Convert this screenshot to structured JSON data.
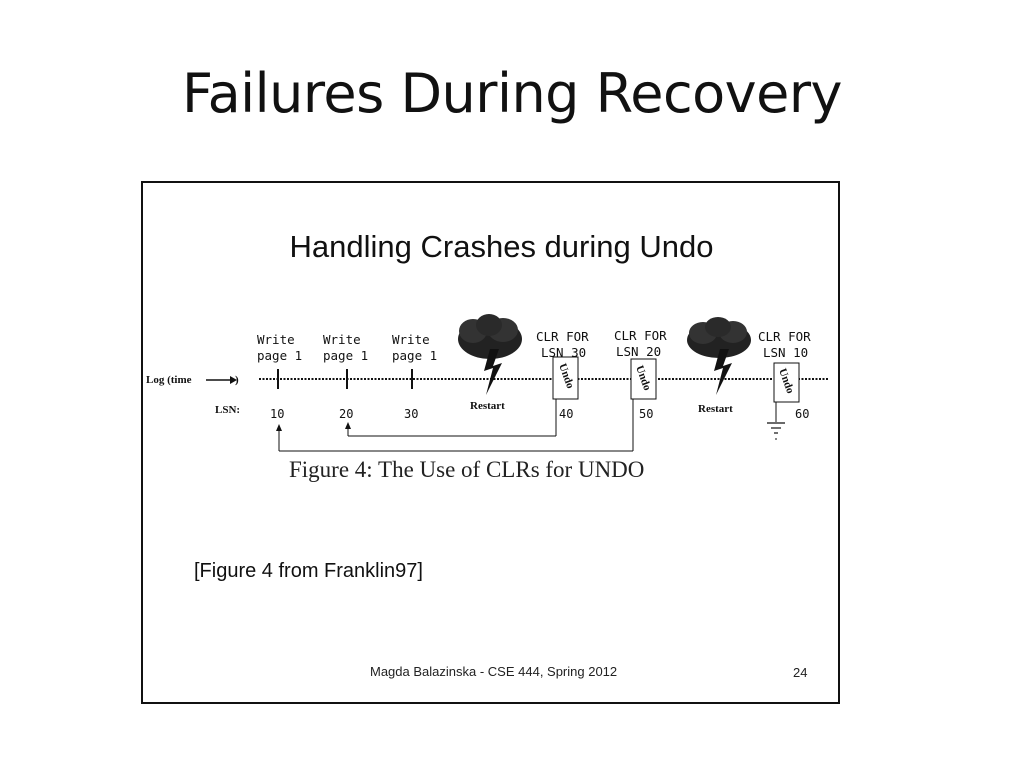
{
  "slide": {
    "title": "Failures During Recovery"
  },
  "embedded": {
    "title": "Handling Crashes during Undo",
    "caption": "Figure 4: The Use of CLRs for UNDO",
    "citation": "[Figure 4 from Franklin97]",
    "footer": "Magda Balazinska - CSE 444, Spring 2012",
    "page_number": "24"
  },
  "diagram": {
    "axis_label": "Log (time",
    "lsn_label": "LSN:",
    "events": [
      {
        "label_line1": "Write",
        "label_line2": "page 1",
        "lsn": "10"
      },
      {
        "label_line1": "Write",
        "label_line2": "page 1",
        "lsn": "20"
      },
      {
        "label_line1": "Write",
        "label_line2": "page 1",
        "lsn": "30"
      },
      {
        "label_line1": "CLR FOR",
        "label_line2": "LSN 30",
        "lsn": "40",
        "box": "Undo"
      },
      {
        "label_line1": "CLR FOR",
        "label_line2": "LSN 20",
        "lsn": "50",
        "box": "Undo"
      },
      {
        "label_line1": "CLR FOR",
        "label_line2": "LSN 10",
        "lsn": "60",
        "box": "Undo"
      }
    ],
    "crashes": [
      {
        "label": "Restart"
      },
      {
        "label": "Restart"
      }
    ]
  }
}
